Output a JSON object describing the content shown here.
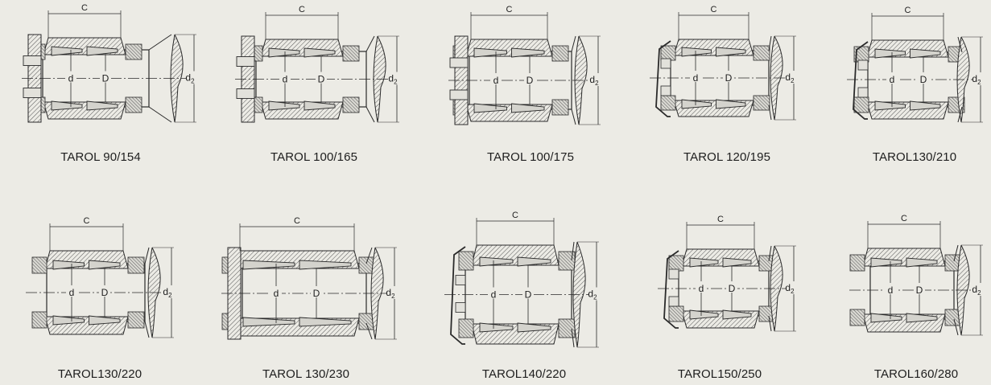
{
  "bearings": [
    {
      "caption": "TAROL 90/154",
      "c": "C",
      "d": "d",
      "D": "D",
      "d2": "d",
      "d2_sub": "2"
    },
    {
      "caption": "TAROL 100/165",
      "c": "C",
      "d": "d",
      "D": "D",
      "d2": "d",
      "d2_sub": "2"
    },
    {
      "caption": "TAROL 100/175",
      "c": "C",
      "d": "d",
      "D": "D",
      "d2": "d",
      "d2_sub": "2"
    },
    {
      "caption": "TAROL 120/195",
      "c": "C",
      "d": "d",
      "D": "D",
      "d2": "d",
      "d2_sub": "2"
    },
    {
      "caption": "TAROL130/210",
      "c": "C",
      "d": "d",
      "D": "D",
      "d2": "d",
      "d2_sub": "2"
    },
    {
      "caption": "TAROL130/220",
      "c": "C",
      "d": "d",
      "D": "D",
      "d2": "d",
      "d2_sub": "2"
    },
    {
      "caption": "TAROL 130/230",
      "c": "C",
      "d": "d",
      "D": "D",
      "d2": "d",
      "d2_sub": "2"
    },
    {
      "caption": "TAROL140/220",
      "c": "C",
      "d": "d",
      "D": "D",
      "d2": "d",
      "d2_sub": "2"
    },
    {
      "caption": "TAROL150/250",
      "c": "C",
      "d": "d",
      "D": "D",
      "d2": "d",
      "d2_sub": "2"
    },
    {
      "caption": "TAROL160/280",
      "c": "C",
      "d": "d",
      "D": "D",
      "d2": "d",
      "d2_sub": "2"
    }
  ],
  "colors": {
    "background": "#ecebe5",
    "line": "#2a2a2a",
    "hatch": "#555555",
    "text": "#1e1e1e"
  }
}
